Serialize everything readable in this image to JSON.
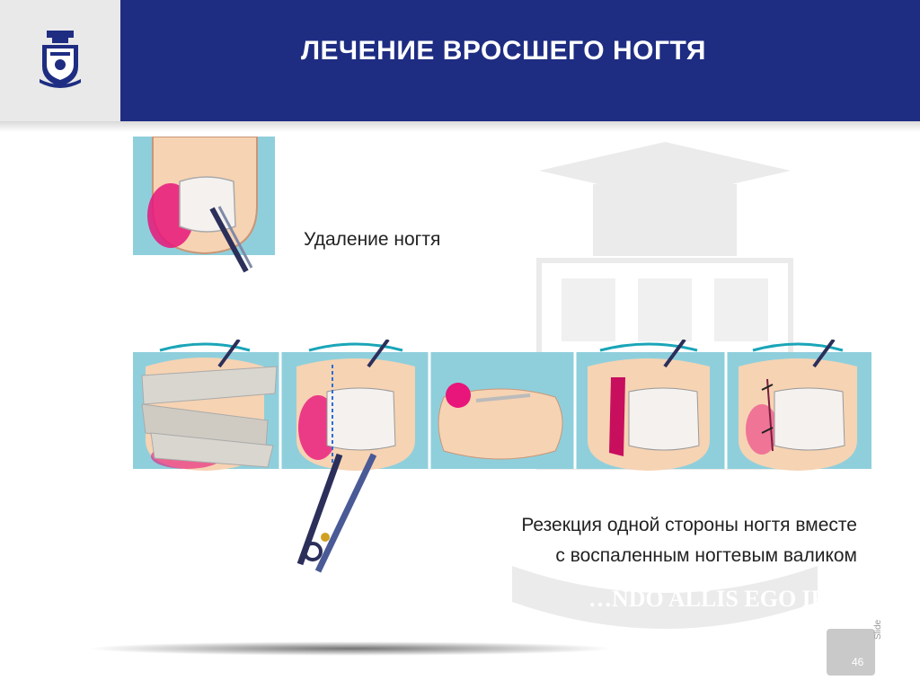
{
  "slide": {
    "title": "ЛЕЧЕНИЕ ВРОСШЕГО НОГТЯ",
    "caption_removal": "Удаление ногтя",
    "caption_resection_line1": "Резекция одной стороны ногтя вместе",
    "caption_resection_line2": "с воспаленным ногтевым валиком",
    "watermark_motto": "…NDO ALLIS EGO IPSE AR…",
    "slide_label": "Slide",
    "slide_number": "46"
  },
  "colors": {
    "header_blue": "#1e2d82",
    "panel_teal": "#8fcfdc",
    "skin": "#f6d3b3",
    "inflamed": "#e8157a"
  },
  "icons": [
    "crest-logo-icon",
    "graduation-cap-watermark-icon",
    "scissors-icon",
    "forceps-icon"
  ]
}
